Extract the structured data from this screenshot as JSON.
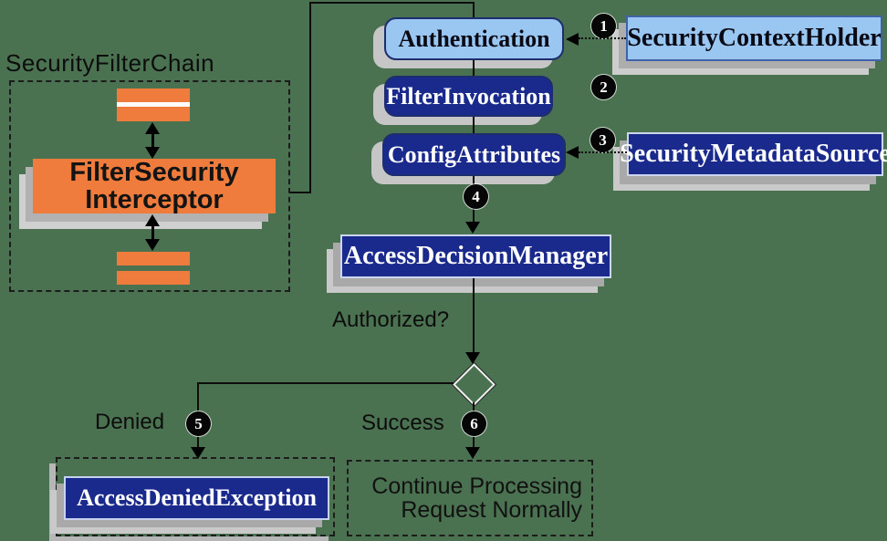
{
  "colors": {
    "background": "#4a7150",
    "navy": "#1a2a8c",
    "light_blue": "#9ac6f2",
    "orange": "#ef7c3d",
    "shadow_gray": "#a9a9a9",
    "line_black": "#0d0d0d"
  },
  "chain": {
    "title": "SecurityFilterChain",
    "interceptor_line1": "FilterSecurity",
    "interceptor_line2": "Interceptor"
  },
  "nodes": {
    "authentication": "Authentication",
    "filter_invocation": "FilterInvocation",
    "config_attributes": "ConfigAttributes",
    "access_decision_manager": "AccessDecisionManager",
    "security_context_holder": "SecurityContextHolder",
    "security_metadata_source": "SecurityMetadataSource",
    "access_denied_exception": "AccessDeniedException"
  },
  "flow_labels": {
    "authorized": "Authorized?",
    "denied": "Denied",
    "success": "Success",
    "continue_line1": "Continue Processing",
    "continue_line2": "Request Normally"
  },
  "steps": [
    "1",
    "2",
    "3",
    "4",
    "5",
    "6"
  ]
}
